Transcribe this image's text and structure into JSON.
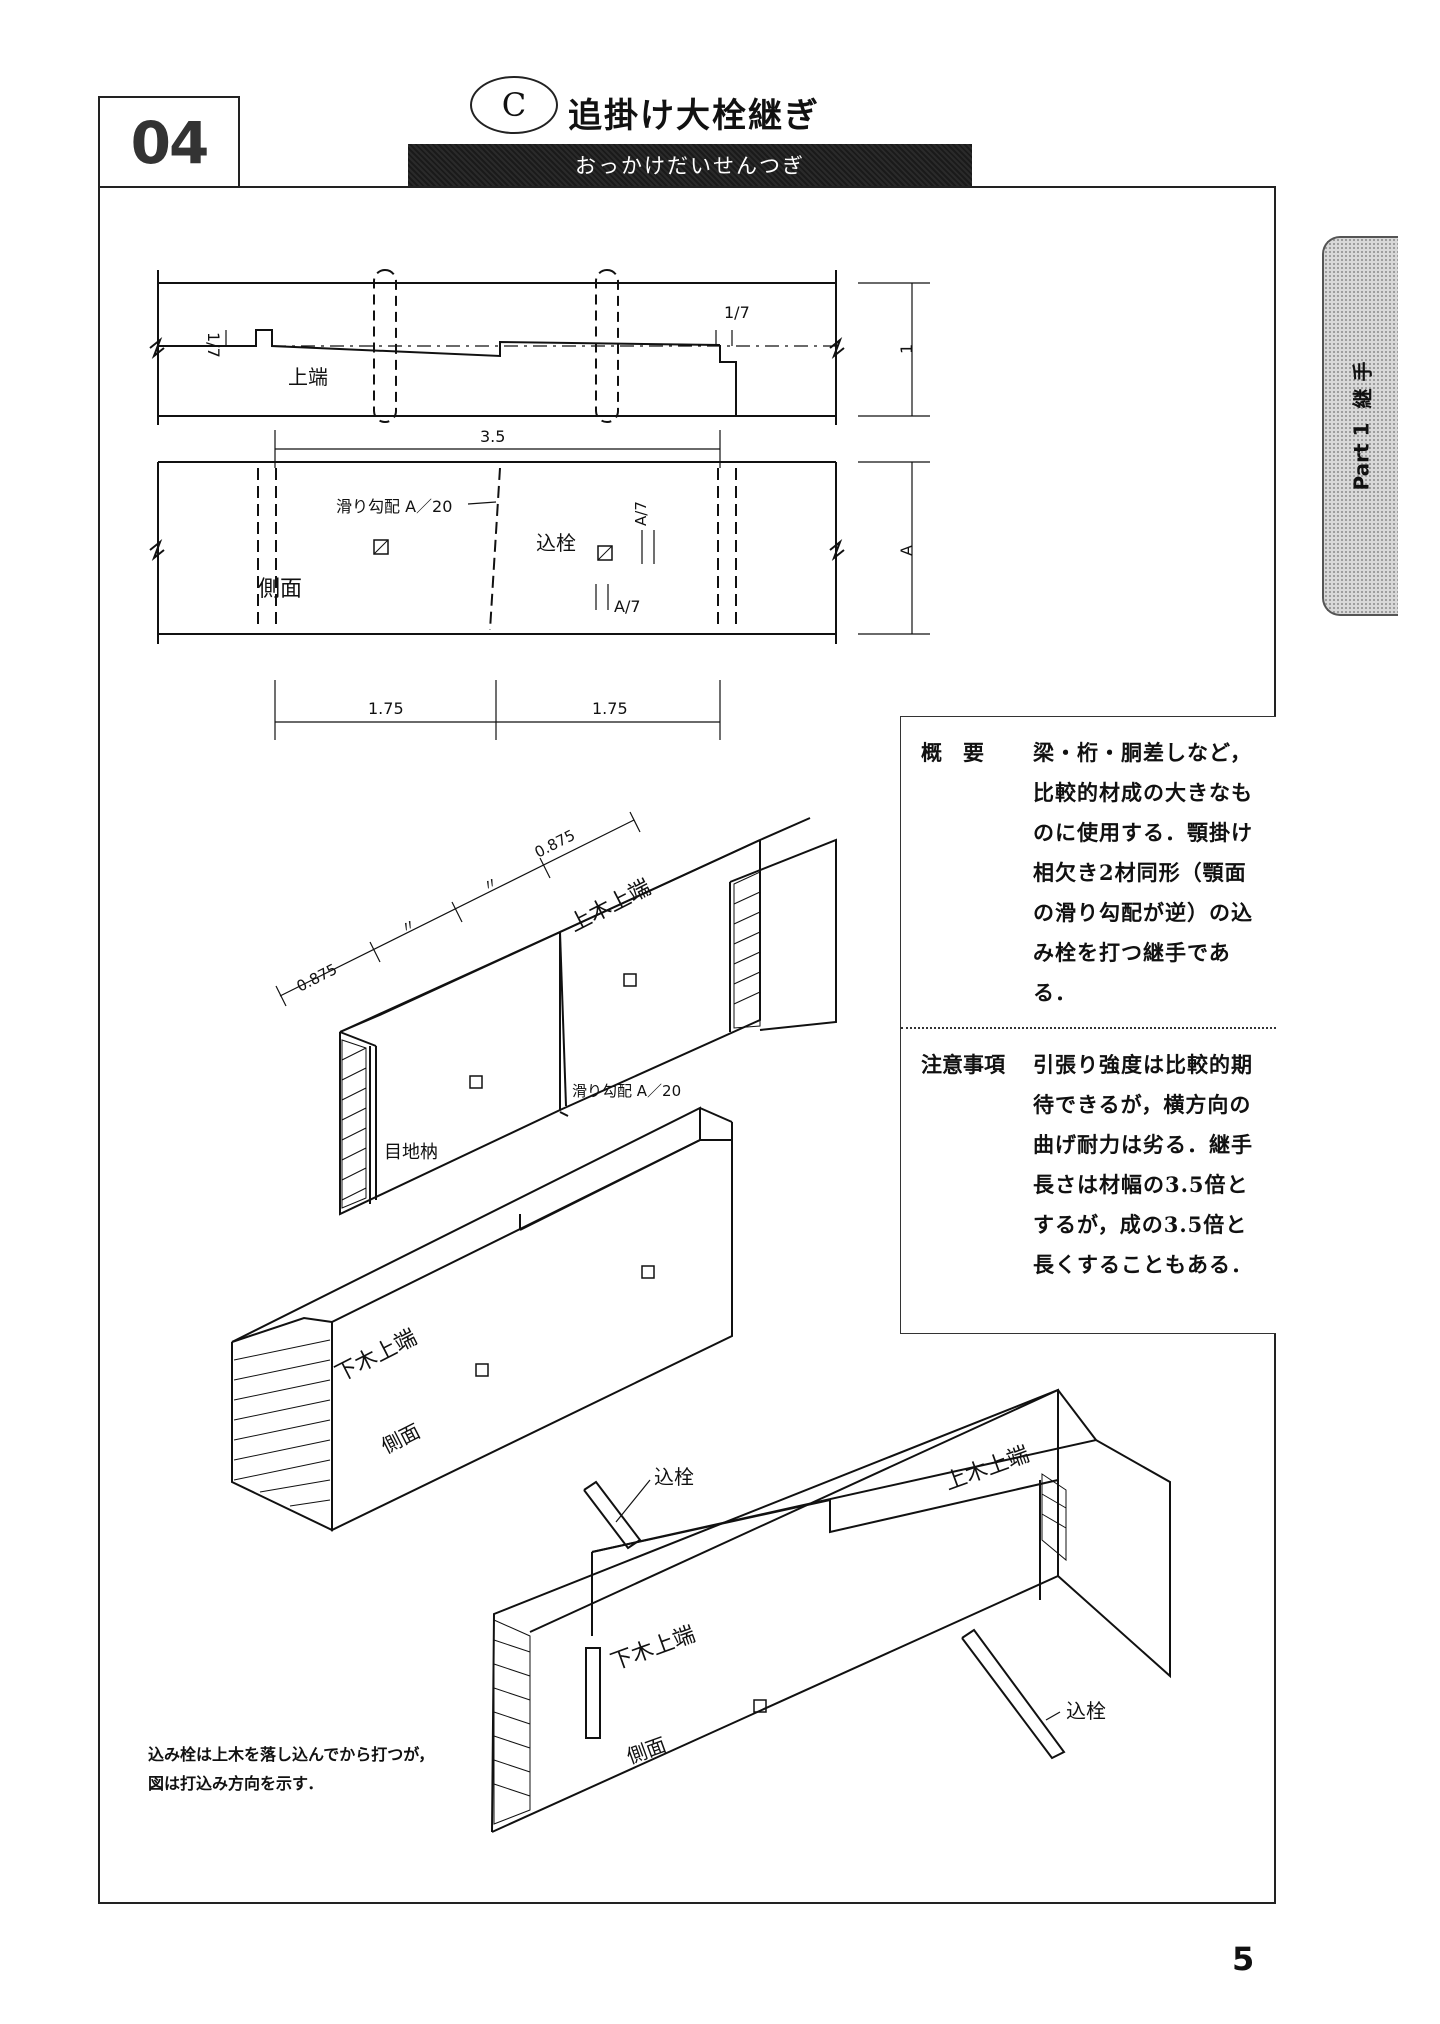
{
  "header": {
    "number": "04",
    "circle_letter": "C",
    "title": "追掛け大栓継ぎ",
    "reading": "おっかけだいせんつぎ"
  },
  "side_tab": {
    "part": "Part 1",
    "section": "継 手"
  },
  "diagram_labels": {
    "fraction_1_7_left": "1/7",
    "fraction_1_7_right": "1/7",
    "uwaba": "上端",
    "height_1": "1",
    "length_3_5": "3.5",
    "slope": "滑り勾配 A／20",
    "komisen": "込栓",
    "a_7_top": "A/7",
    "a_7_bottom": "A/7",
    "sokumen": "側面",
    "height_a": "A",
    "half_left": "1.75",
    "half_right": "1.75",
    "iso_0875_left": "0.875",
    "iso_ditto_1": "〃",
    "iso_ditto_2": "〃",
    "iso_0875_right": "0.875",
    "uwagi_uwaba": "上木上端",
    "slope_iso": "滑り勾配 A／20",
    "mejiboso": "目地枘",
    "shitagi_uwaba": "下木上端",
    "sokumen_iso": "側面",
    "komisen_top": "込栓",
    "uwagi_uwaba_2": "上木上端",
    "shitagi_uwaba_2": "下木上端",
    "komisen_right": "込栓",
    "sokumen_2": "側面"
  },
  "info": {
    "overview_label": "概　要",
    "overview_text": "梁・桁・胴差しなど，比較的材成の大きなものに使用する．顎掛け相欠き2材同形（顎面の滑り勾配が逆）の込み栓を打つ継手である．",
    "caution_label": "注意事項",
    "caution_text": "引張り強度は比較的期待できるが，横方向の曲げ耐力は劣る．継手長さは材幅の3.5倍とするが，成の3.5倍と長くすることもある．"
  },
  "note": "込み栓は上木を落し込んでから打つが，図は打込み方向を示す．",
  "page_number": "5"
}
